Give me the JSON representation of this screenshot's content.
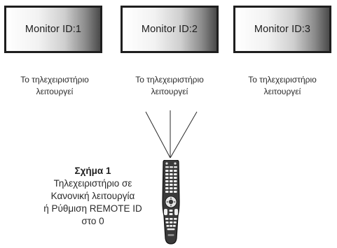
{
  "monitors": [
    {
      "label": "Monitor ID:1"
    },
    {
      "label": "Monitor ID:2"
    },
    {
      "label": "Monitor ID:3"
    }
  ],
  "status": [
    {
      "line1": "Το τηλεχειριστήριο",
      "line2": "λειτουργεί"
    },
    {
      "line1": "Το τηλεχειριστήριο",
      "line2": "λειτουργεί"
    },
    {
      "line1": "Το τηλεχειριστήριο",
      "line2": "λειτουργεί"
    }
  ],
  "caption": {
    "figure": "Σχήμα 1",
    "line1": "Τηλεχειριστήριο σε",
    "line2": "Κανονική λειτουργία",
    "line3": "ή Ρύθμιση REMOTE ID",
    "line4": "στο 0"
  },
  "colors": {
    "frame": "#1e1e1e",
    "text": "#2a2a2a",
    "screen_gradient": [
      "#ffffff",
      "#4a4a4a"
    ]
  },
  "icons": {
    "remote": "remote-control-icon",
    "signal": "signal-lines"
  }
}
